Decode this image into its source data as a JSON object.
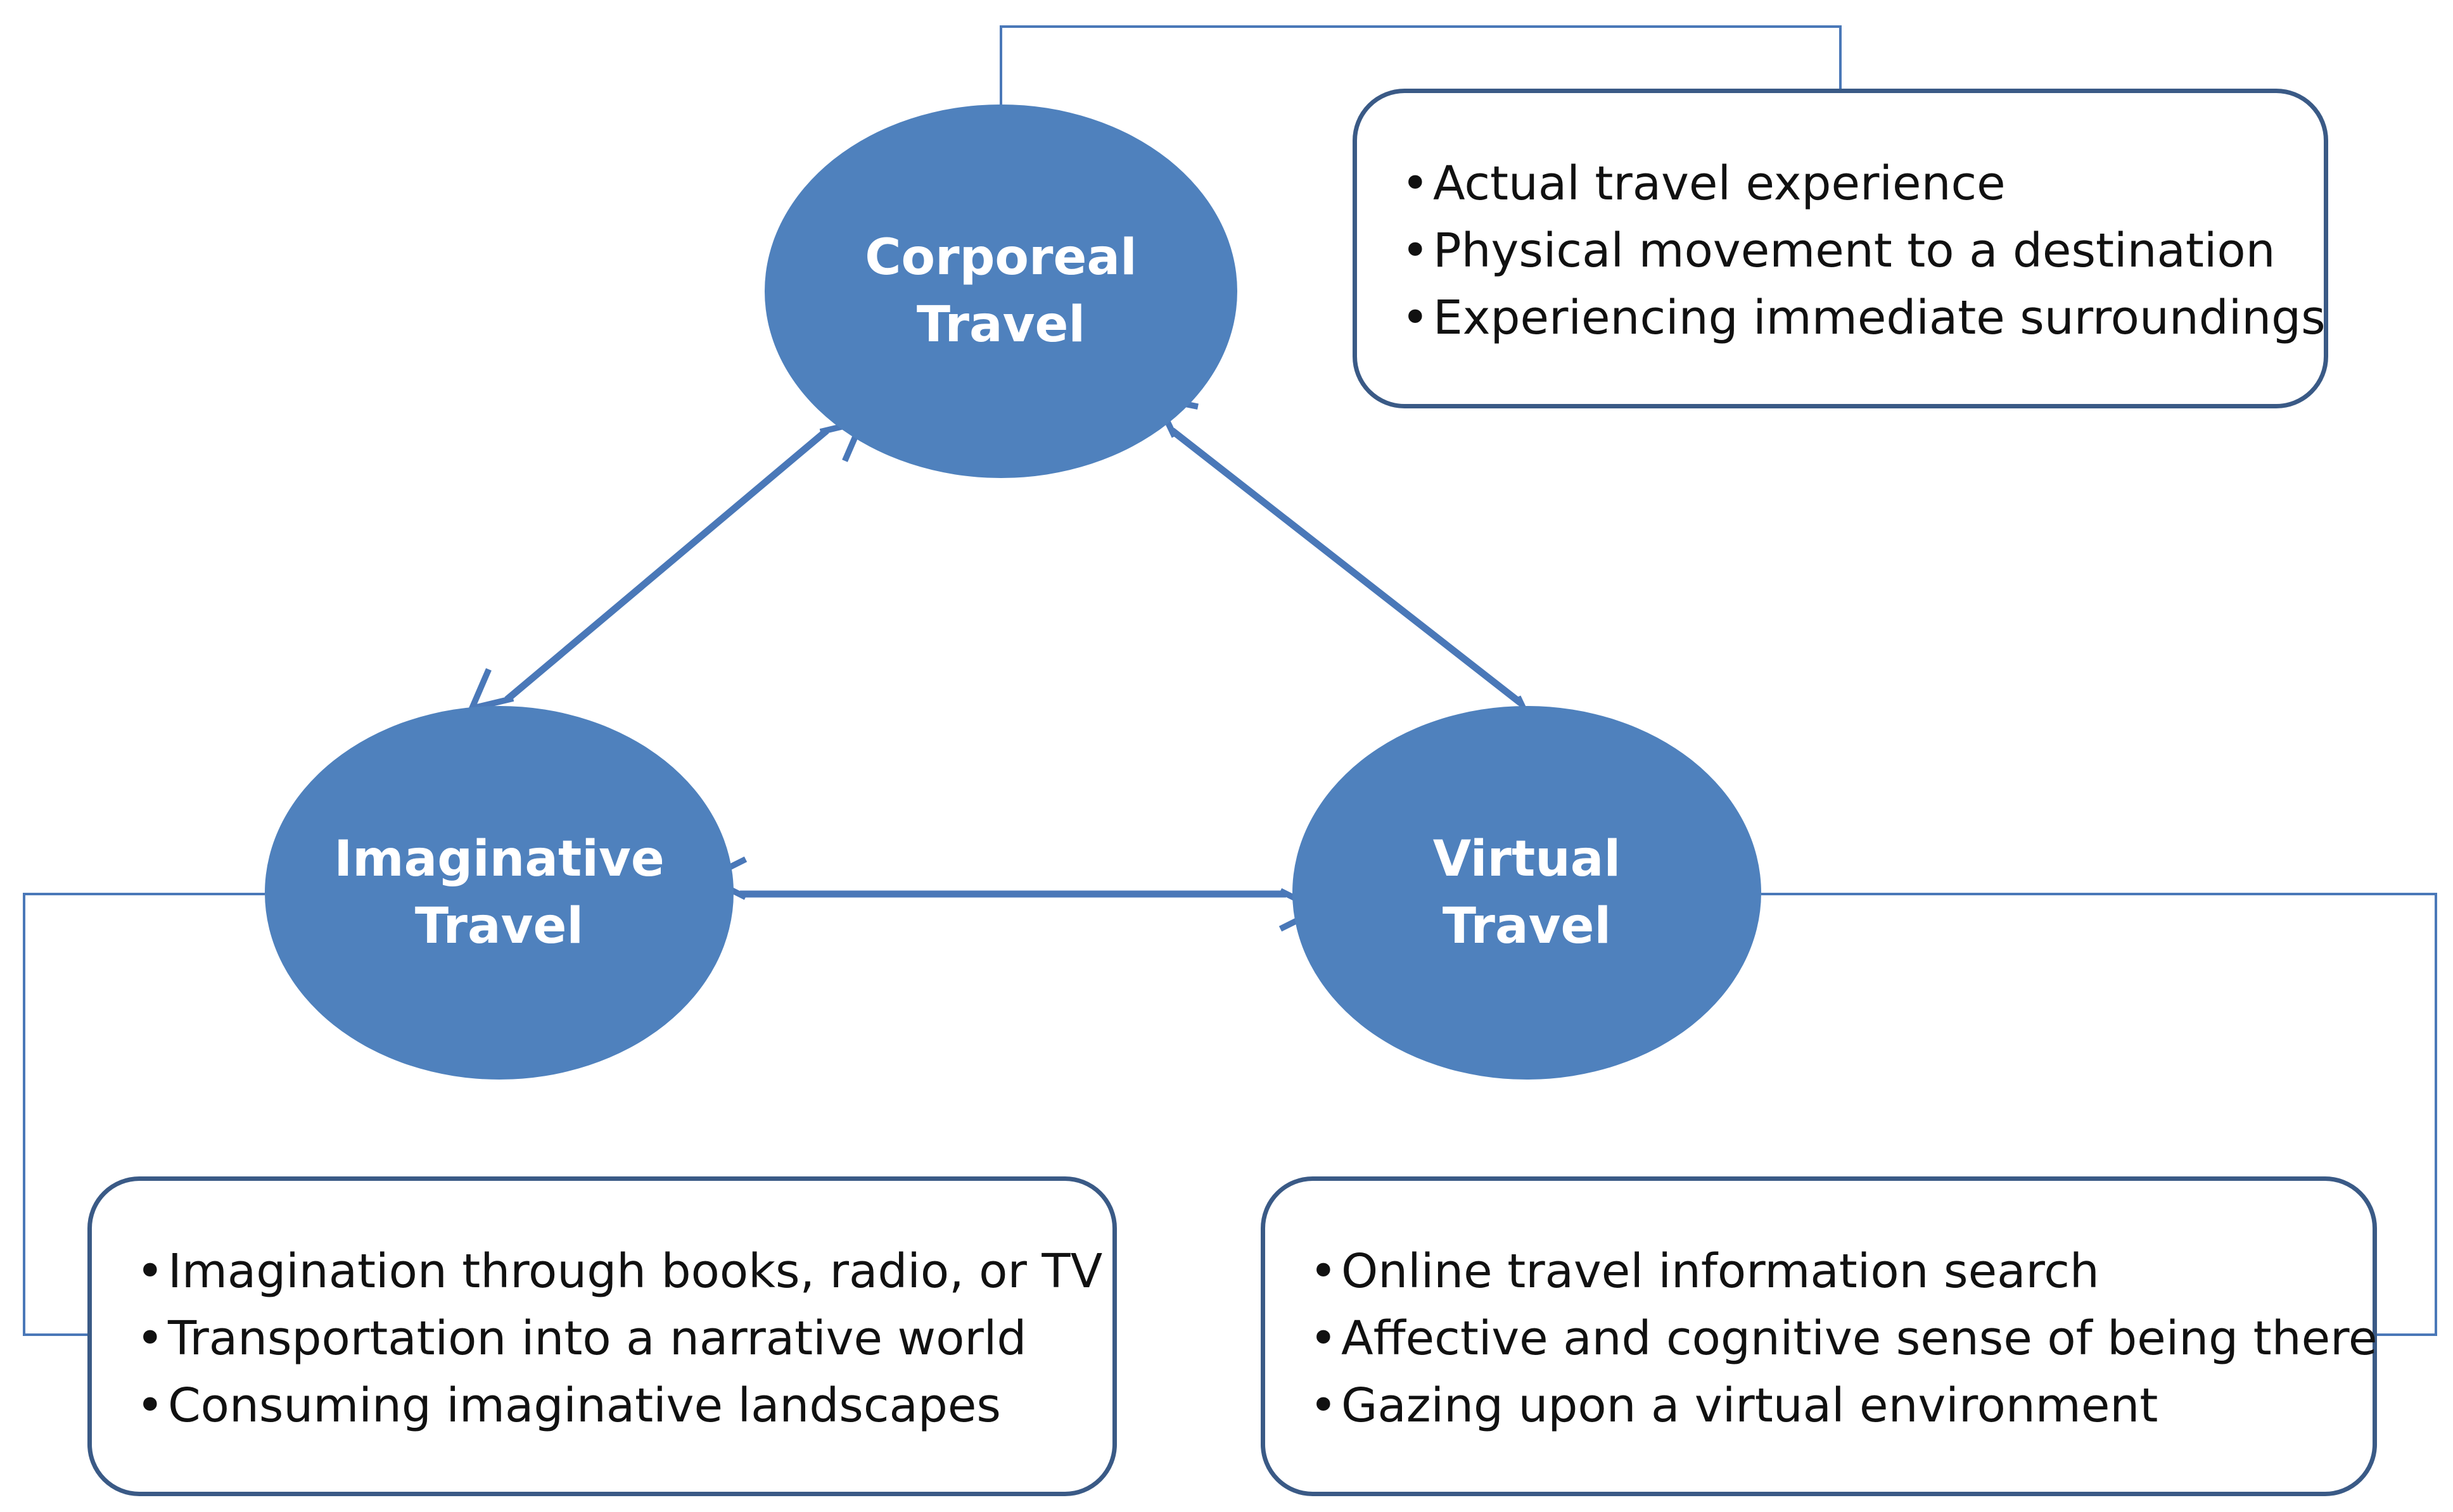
{
  "nodes": {
    "corporeal": {
      "label": "Corporeal\nTravel"
    },
    "imaginative": {
      "label": "Imaginative\nTravel"
    },
    "virtual": {
      "label": "Virtual\nTravel"
    }
  },
  "boxes": {
    "corporeal": {
      "items": [
        "Actual travel experience",
        "Physical movement to a destination",
        "Experiencing immediate surroundings"
      ]
    },
    "imaginative": {
      "items": [
        "Imagination through books, radio, or TV",
        "Transportation into a narrative world",
        "Consuming imaginative landscapes"
      ]
    },
    "virtual": {
      "items": [
        "Online travel information search",
        "Affective and cognitive sense of being there",
        "Gazing upon a virtual environment"
      ]
    }
  },
  "edges": [
    {
      "from": "corporeal",
      "to": "imaginative",
      "type": "bidirectional-arrow"
    },
    {
      "from": "corporeal",
      "to": "virtual",
      "type": "bidirectional-arrow"
    },
    {
      "from": "imaginative",
      "to": "virtual",
      "type": "bidirectional-arrow"
    },
    {
      "from": "corporeal",
      "to": "corporeal-box",
      "type": "connector-line"
    },
    {
      "from": "imaginative",
      "to": "imaginative-box",
      "type": "connector-line"
    },
    {
      "from": "virtual",
      "to": "virtual-box",
      "type": "connector-line"
    }
  ],
  "colors": {
    "node_fill": "#4f81bd",
    "arrow": "#4a78b8",
    "connector": "#4a78b8",
    "box_border": "#3a5a86"
  }
}
